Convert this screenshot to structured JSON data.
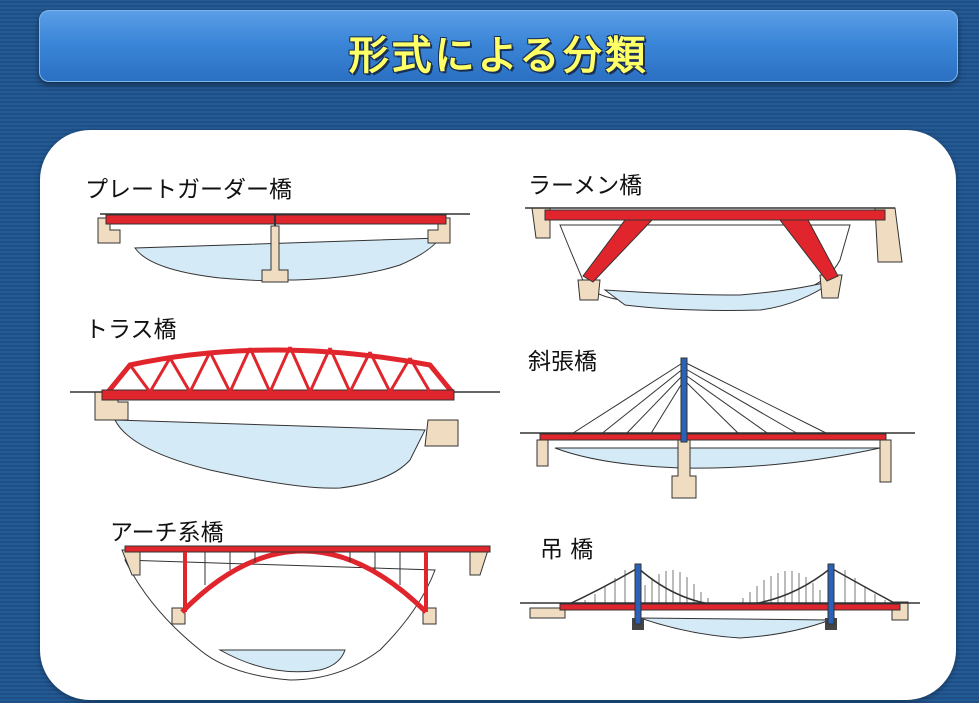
{
  "title": "形式による分類",
  "bridges": [
    {
      "id": "plate-girder",
      "label": "プレートガーダー橋"
    },
    {
      "id": "truss",
      "label": "トラス橋"
    },
    {
      "id": "arch",
      "label": "アーチ系橋"
    },
    {
      "id": "rigid-frame",
      "label": "ラーメン橋"
    },
    {
      "id": "cable-stayed",
      "label": "斜張橋"
    },
    {
      "id": "suspension",
      "label": "吊 橋"
    }
  ],
  "colors": {
    "deck": "#e0262c",
    "tower": "#2b62b8",
    "water": "#d5eaf7",
    "abutment": "#f0dcc0",
    "outline": "#333333"
  }
}
